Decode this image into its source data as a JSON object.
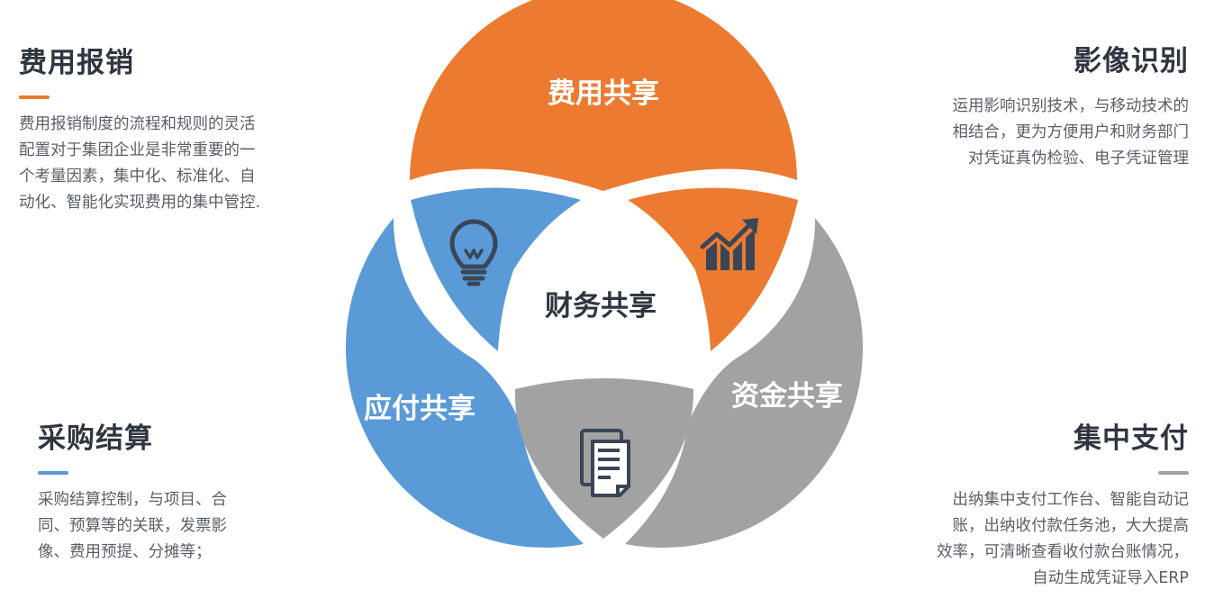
{
  "diagram": {
    "center": "财务共享",
    "segments": {
      "top": {
        "label": "费用共享",
        "color": "#ec7b31"
      },
      "left": {
        "label": "应付共享",
        "color": "#5a9ad6"
      },
      "right": {
        "label": "资金共享",
        "color": "#a2a2a2"
      }
    },
    "icons": {
      "bulb": "lightbulb-icon",
      "chart": "growth-chart-icon",
      "doc": "document-icon"
    },
    "icon_color": "#3a4656"
  },
  "blocks": {
    "top_left": {
      "title": "费用报销",
      "text": "费用报销制度的流程和规则的灵活\n配置对于集团企业是非常重要的一\n个考量因素，集中化、标准化、自\n动化、智能化实现费用的集中管控."
    },
    "top_right": {
      "title": "影像识别",
      "text": "运用影响识别技术，与移动技术的\n相结合，更为方便用户和财务部门\n对凭证真伪检验、电子凭证管理"
    },
    "bottom_left": {
      "title": "采购结算",
      "text": "采购结算控制，与项目、合\n同、预算等的关联，发票影\n像、费用预提、分摊等；"
    },
    "bottom_right": {
      "title": "集中支付",
      "text": "出纳集中支付工作台、智能自动记\n账，出纳收付款任务池，大大提高\n效率，可清晰查看收付款台账情况，\n自动生成凭证导入ERP"
    }
  }
}
